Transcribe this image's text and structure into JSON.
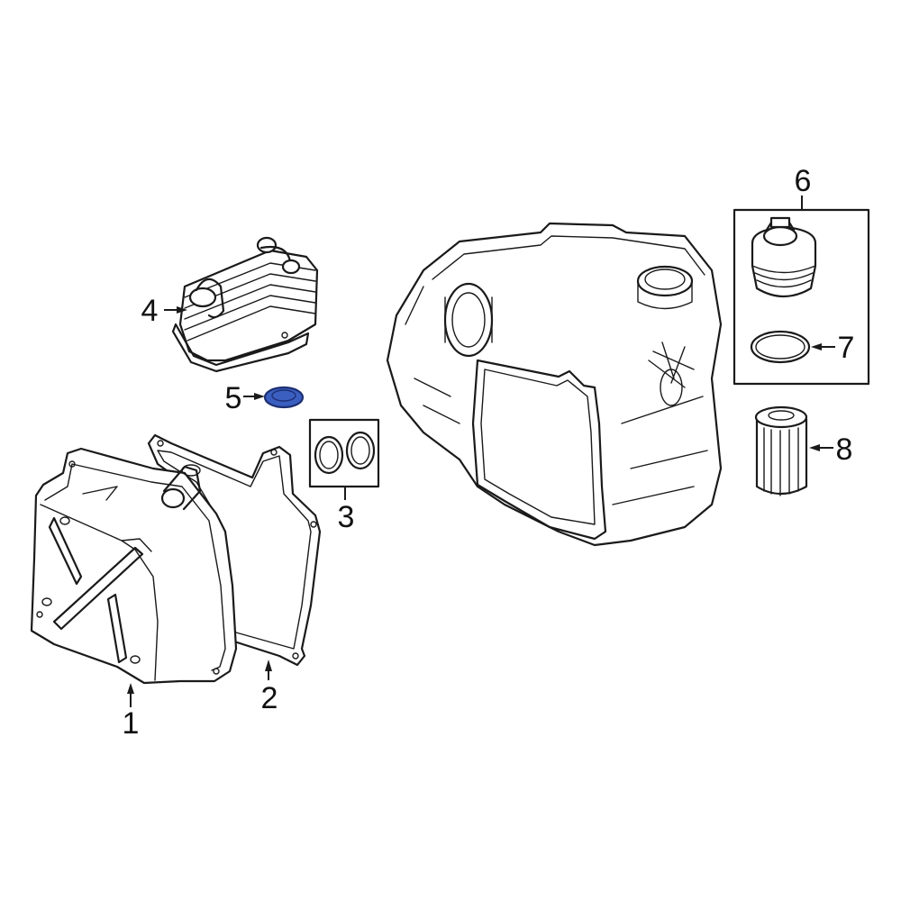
{
  "callouts": {
    "c1": "1",
    "c2": "2",
    "c3": "3",
    "c4": "4",
    "c5": "5",
    "c6": "6",
    "c7": "7",
    "c8": "8"
  },
  "colors": {
    "line": "#1a1a1a",
    "highlight_fill": "#3b5fc0",
    "highlight_stroke": "#1c2f73",
    "background": "#ffffff"
  }
}
